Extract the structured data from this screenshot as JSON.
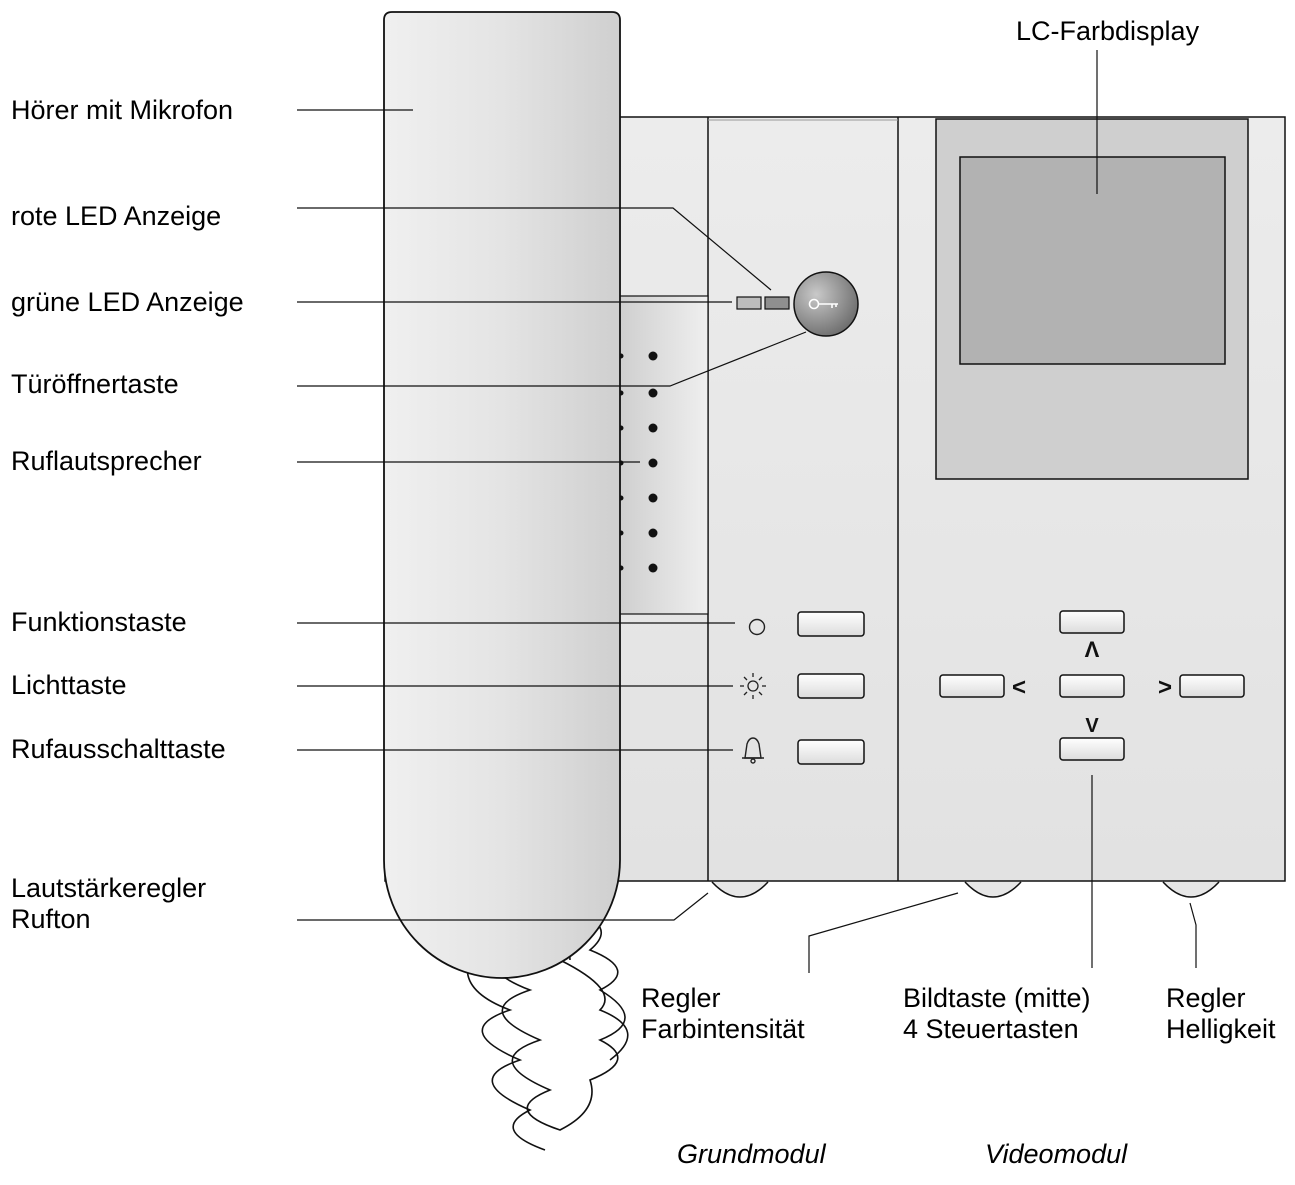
{
  "labels": {
    "hoerer": "Hörer mit Mikrofon",
    "rote_led": "rote LED Anzeige",
    "gruene_led": "grüne LED Anzeige",
    "tueroeffner": "Türöffnertaste",
    "ruflautsprecher": "Ruflautsprecher",
    "funktionstaste": "Funktionstaste",
    "lichttaste": "Lichttaste",
    "rufausschalttaste": "Rufausschalttaste",
    "lautstaerke_line1": "Lautstärkeregler",
    "lautstaerke_line2": "Rufton",
    "lc_display": "LC-Farbdisplay",
    "farbintensitaet_line1": "Regler",
    "farbintensitaet_line2": "Farbintensität",
    "bildtaste_line1": "Bildtaste (mitte)",
    "bildtaste_line2": "4 Steuertasten",
    "helligkeit_line1": "Regler",
    "helligkeit_line2": "Helligkeit"
  },
  "modules": {
    "grundmodul": "Grundmodul",
    "videomodul": "Videomodul"
  },
  "nav_keys": {
    "up": "Λ",
    "down": "V",
    "left": "<",
    "right": ">"
  },
  "icons": {
    "function_key": "circle-icon",
    "light_key": "sun-icon",
    "call_off_key": "bell-icon",
    "door_opener": "key-icon"
  },
  "colors": {
    "device_body": "#e6e6e6",
    "handset": "#e2e2e2",
    "display_frame": "#cfcfcf",
    "display_screen": "#b2b2b2",
    "door_button": "#8c8c8c",
    "outline": "#111111"
  }
}
